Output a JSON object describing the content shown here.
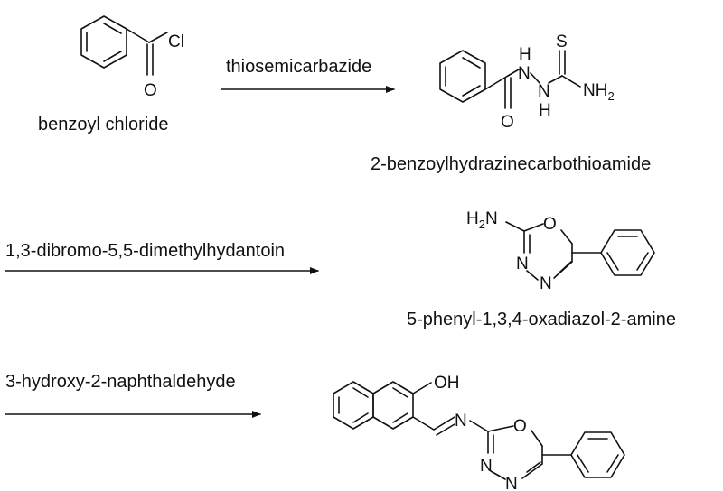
{
  "step1": {
    "reactant_name": "benzoyl chloride",
    "reagent": "thiosemicarbazide",
    "product_name": "2-benzoylhydrazinecarbothioamide",
    "atoms": {
      "cl": "Cl",
      "o": "O",
      "nh_top": "H",
      "n_top": "N",
      "n_bot": "N",
      "nh_bot": "H",
      "s": "S",
      "nh2": "NH",
      "nh2_sub": "2",
      "o2": "O"
    }
  },
  "step2": {
    "reagent": "1,3-dibromo-5,5-dimethylhydantoin",
    "product_name": "5-phenyl-1,3,4-oxadiazol-2-amine",
    "atoms": {
      "h2n": "H",
      "h2n_sub": "2",
      "h2n_n": "N",
      "o": "O",
      "n1": "N",
      "n2": "N"
    }
  },
  "step3": {
    "reagent": "3-hydroxy-2-naphthaldehyde",
    "atoms": {
      "oh": "OH",
      "n_imine": "N",
      "o": "O",
      "n1": "N",
      "n2": "N"
    }
  },
  "colors": {
    "ink": "#111111",
    "background": "#ffffff"
  }
}
